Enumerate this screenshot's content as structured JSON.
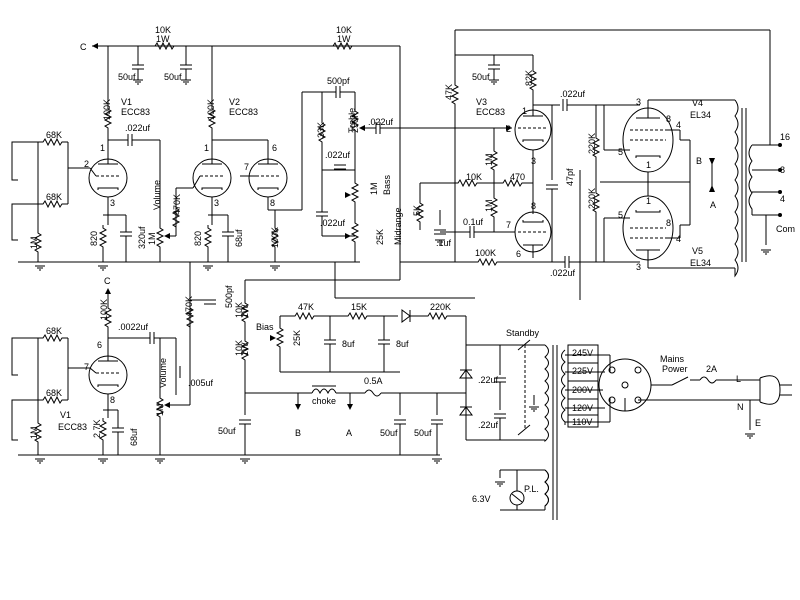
{
  "labels": {
    "node_c_top": "C",
    "node_c_mid": "C",
    "r_10k_1": "10K",
    "r_1w_1": "1W",
    "r_10k_2": "10K",
    "r_1w_2": "1W",
    "c_50uf_a": "50uf",
    "c_50uf_b": "50uf",
    "c_50uf_c": "50uf",
    "v1_top_name": "V1",
    "v1_top_type": "ECC83",
    "v2_name": "V2",
    "v2_type": "ECC83",
    "v3_name": "V3",
    "v3_type": "ECC83",
    "v4_name": "V4",
    "v4_type": "EL34",
    "v5_name": "V5",
    "v5_type": "EL34",
    "v1_bot_name": "V1",
    "v1_bot_type": "ECC83",
    "r_100k_a": "100K",
    "r_100k_b": "100K",
    "r_100k_c": "100K",
    "r_100k_d": "100K",
    "r_100k_e": "100K",
    "r_68k_a": "68K",
    "r_68k_b": "68K",
    "r_68k_c": "68K",
    "r_68k_d": "68K",
    "r_1m_a": "1M",
    "r_1m_b": "1M",
    "r_1m_c": "1M",
    "r_1m_d": "1M",
    "r_1m_e": "1M",
    "r_1m_f": "1M",
    "c_022_a": ".022uf",
    "c_022_b": ".022uf",
    "c_022_c": ".022uf",
    "c_022_d": ".022uf",
    "c_022_e": ".022uf",
    "c_022_f": ".022uf",
    "vol_a": "Volume",
    "vol_b": "Volume",
    "r_470k_a": "470K",
    "r_470k_b": "470K",
    "r_820_a": "820",
    "r_820_b": "820",
    "c_320uf": "320uf",
    "c_68uf_a": "68uf",
    "c_68uf_b": "68uf",
    "c_500pf_a": "500pf",
    "c_500pf_b": "500pf",
    "r_33k": "33K",
    "treble": "Treble",
    "r_250k": "250K",
    "bass": "Bass",
    "midrange": "Midrange",
    "r_25k_mid": "25K",
    "r_47k_a": "47K",
    "r_47k_b": "47K",
    "r_82k": "82K",
    "r_10k_pi": "10K",
    "r_470": "470",
    "r_5k": "5K",
    "c_01uf": "0.1uf",
    "c_1uf": ".1uf",
    "c_47pf": "47pf",
    "r_220k_a": "220K",
    "r_220k_b": "220K",
    "r_220k_c": "220K",
    "out_16": "16",
    "out_8": "8",
    "out_4": "4",
    "out_com": "Com",
    "node_b_top": "B",
    "node_a_top": "A",
    "node_b_bot": "B",
    "node_a_bot": "A",
    "c_0022": ".0022uf",
    "c_005": ".005uf",
    "r_2_7k": "2.7K",
    "bias": "Bias",
    "r_25k_bias": "25K",
    "r_15k": "15K",
    "c_8uf_a": "8uf",
    "c_8uf_b": "8uf",
    "choke": "choke",
    "fuse_05a": "0.5A",
    "standby": "Standby",
    "c_22uf_a": ".22uf",
    "c_22uf_b": ".22uf",
    "tap_245": "245V",
    "tap_225": "225V",
    "tap_200": "200V",
    "tap_120": "120V",
    "tap_110": "110V",
    "mains_power": "Mains\nPower",
    "fuse_2a": "2A",
    "line_l": "L",
    "line_n": "N",
    "line_e": "E",
    "v_63": "6.3V",
    "pilot": "P.L.",
    "pin_1": "1",
    "pin_2": "2",
    "pin_3": "3",
    "pin_4": "4",
    "pin_5": "5",
    "pin_6": "6",
    "pin_7": "7",
    "pin_8": "8"
  },
  "colors": {
    "ink": "#000000",
    "background": "#ffffff"
  }
}
